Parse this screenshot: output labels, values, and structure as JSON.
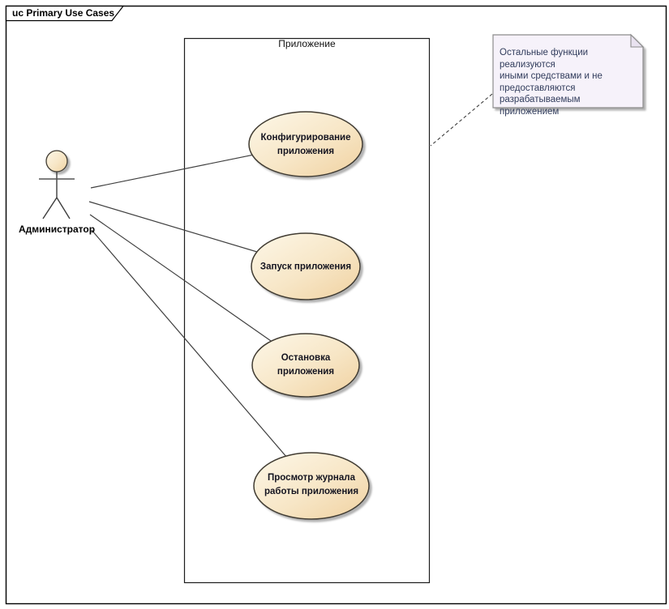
{
  "frame": {
    "title": "uc Primary Use Cases"
  },
  "system_boundary": {
    "label": "Приложение"
  },
  "actor": {
    "label": "Администратор"
  },
  "use_cases": [
    {
      "id": "configure-app",
      "label_lines": [
        "Конфигурирование",
        "приложения"
      ]
    },
    {
      "id": "start-app",
      "label_lines": [
        "Запуск приложения"
      ]
    },
    {
      "id": "stop-app",
      "label_lines": [
        "Остановка",
        "приложения"
      ]
    },
    {
      "id": "view-log",
      "label_lines": [
        "Просмотр журнала",
        "работы приложения"
      ]
    }
  ],
  "note": {
    "text_lines": [
      "Остальные функции реализуются",
      "иными средствами и не",
      "предоставляются",
      "разрабатываемым приложением"
    ]
  },
  "colors": {
    "usecase_gradient_start": "#fdf7e8",
    "usecase_gradient_end": "#f0d1a0",
    "usecase_border": "#3f3a30",
    "note_fill": "#f6f2fa",
    "note_fold_fill": "#e9e2f0",
    "note_border": "#8c8c8c",
    "note_text": "#313c5c",
    "connector_line": "#3f3f3f",
    "frame_border": "#000000",
    "shadow": "#9a9a9a"
  }
}
